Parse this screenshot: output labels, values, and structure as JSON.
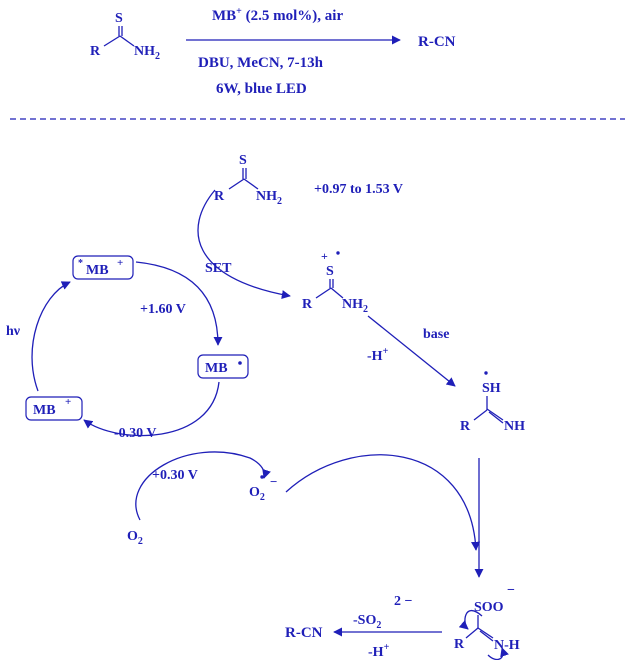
{
  "colors": {
    "ink": "#1f1fb8",
    "background": "#ffffff"
  },
  "top_scheme": {
    "thioamide": {
      "S": "S",
      "R": "R",
      "NH2": "NH",
      "NH2_sub": "2"
    },
    "conditions_above": {
      "main": "MB",
      "sup": "+",
      "rest": " (2.5 mol%), air"
    },
    "conditions_below_1": "DBU, MeCN, 7-13h",
    "conditions_below_2": "6W, blue LED",
    "product": "R-CN"
  },
  "mechanism": {
    "thioamide": {
      "S": "S",
      "R": "R",
      "NH2": "NH",
      "NH2_sub": "2"
    },
    "oxidation_potential": "+0.97 to 1.53 V",
    "set_label": "SET",
    "radical_cation": {
      "charge": "+",
      "S": "S",
      "R": "R",
      "NH2": "NH",
      "NH2_sub": "2"
    },
    "base_label": "base",
    "minus_h_1": {
      "main": "-H",
      "sup": "+"
    },
    "imine": {
      "SH": "SH",
      "R": "R",
      "NH": "NH"
    },
    "sulfinate": {
      "SOO": "SOO",
      "R": "R",
      "NH": "N-H"
    },
    "minus_so2": {
      "main": "-SO",
      "sub": "2",
      "charge": "2 −"
    },
    "minus_h_2": {
      "main": "-H",
      "sup": "+"
    },
    "final_product": "R-CN"
  },
  "catalytic_cycle": {
    "excited": {
      "star": "*",
      "label": "MB",
      "sup": "+"
    },
    "ground": {
      "label": "MB",
      "sup": "+"
    },
    "radical": {
      "label": "MB"
    },
    "hv_label": "hν",
    "potential_excited": "+1.60 V",
    "potential_ground": "-0.30 V",
    "potential_o2": "+0.30 V",
    "o2": {
      "main": "O",
      "sub": "2"
    },
    "superoxide": {
      "main": "O",
      "sub": "2",
      "charge": "−"
    }
  }
}
